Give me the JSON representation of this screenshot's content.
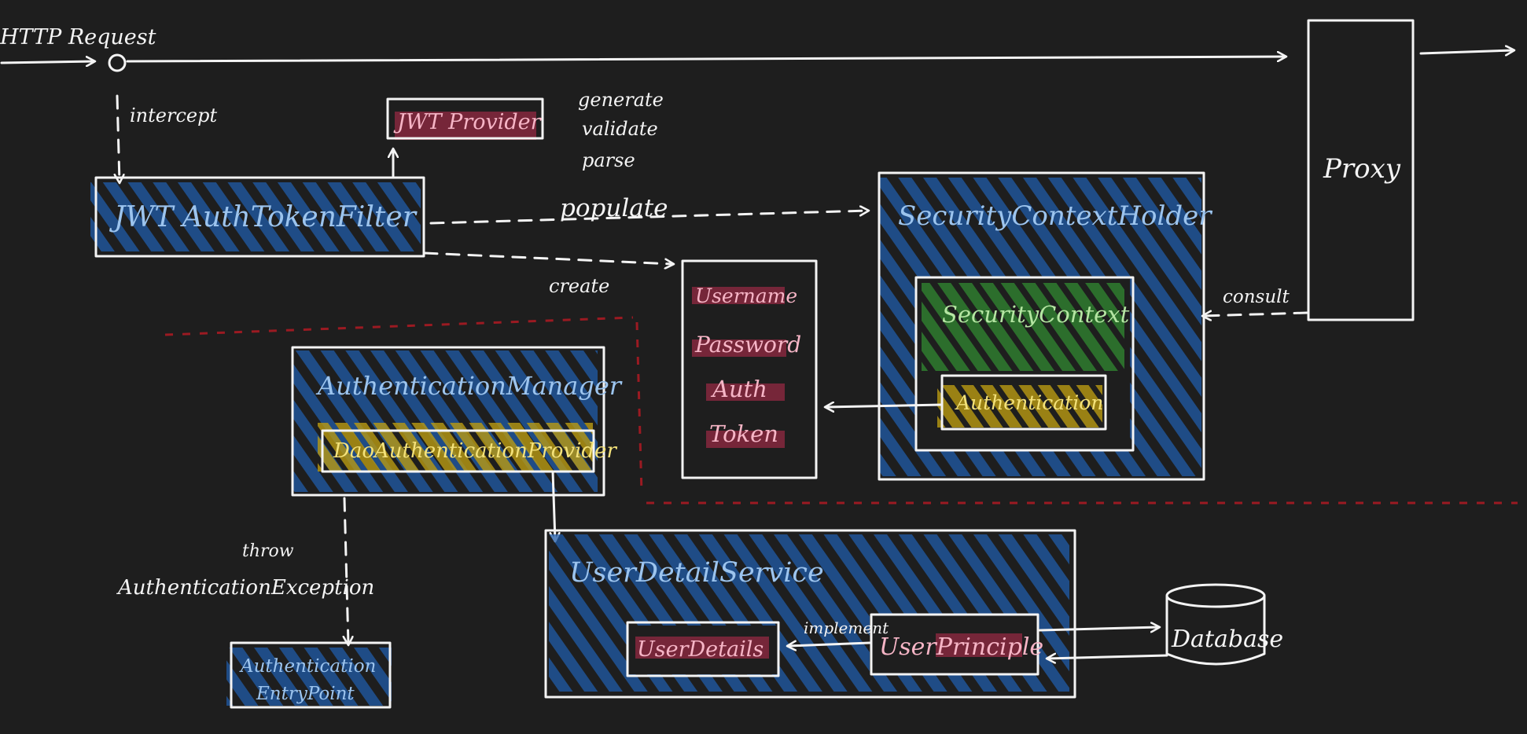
{
  "colors": {
    "background": "#1e1e1e",
    "stroke": "#f4f4f4",
    "hatch_blue": "#1e5aa8",
    "hatch_yellow": "#b99a12",
    "hatch_green": "#2f7d2f",
    "hatch_pink": "#9b2a45",
    "boundary_red": "#9b1a22"
  },
  "edge_labels": {
    "http_request": "HTTP Request",
    "intercept": "intercept",
    "populate": "populate",
    "create": "create",
    "consult": "consult",
    "throw": "throw",
    "authentication_exception": "AuthenticationException",
    "implement": "implement"
  },
  "nodes": {
    "jwt_provider": {
      "label": "JWT Provider",
      "methods": [
        "generate",
        "validate",
        "parse"
      ]
    },
    "jwt_filter": {
      "label": "JWT AuthTokenFilter"
    },
    "proxy": {
      "label": "Proxy"
    },
    "security_context_holder": {
      "label": "SecurityContextHolder"
    },
    "security_context": {
      "label": "SecurityContext"
    },
    "authentication": {
      "label": "Authentication"
    },
    "auth_token": {
      "fields": [
        "Username",
        "Password",
        "Auth",
        "Token"
      ]
    },
    "authentication_manager": {
      "label": "AuthenticationManager"
    },
    "dao_provider": {
      "label": "DaoAuthenticationProvider"
    },
    "user_detail_service": {
      "label": "UserDetailService"
    },
    "user_details": {
      "label": "UserDetails"
    },
    "user_principle": {
      "label": "UserPrinciple"
    },
    "database": {
      "label": "Database"
    },
    "entry_point": {
      "lines": [
        "Authentication",
        "EntryPoint"
      ]
    }
  }
}
